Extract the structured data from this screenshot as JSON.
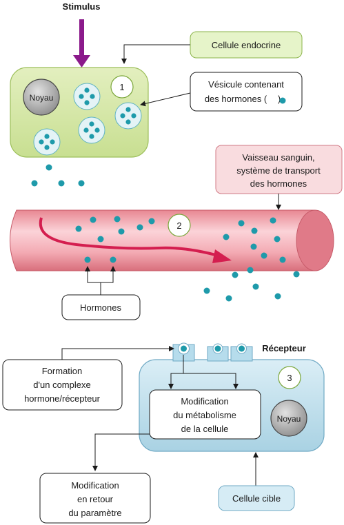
{
  "stimulus_label": "Stimulus",
  "endocrine_cell_label": "Cellule endocrine",
  "vesicle_label_line1": "Vésicule contenant",
  "vesicle_label_line2": "des hormones (",
  "vesicle_label_line2_end": ")",
  "nucleus_label_top": "Noyau",
  "step1": "1",
  "vessel_label_line1": "Vaisseau sanguin,",
  "vessel_label_line2": "système de transport",
  "vessel_label_line3": "des hormones",
  "step2": "2",
  "hormones_label": "Hormones",
  "receptor_label": "Récepteur",
  "complex_label_line1": "Formation",
  "complex_label_line2": "d'un complexe",
  "complex_label_line3": "hormone/récepteur",
  "step3": "3",
  "metabolism_label_line1": "Modification",
  "metabolism_label_line2": "du métabolisme",
  "metabolism_label_line3": "de la cellule",
  "nucleus_label_bottom": "Noyau",
  "feedback_label_line1": "Modification",
  "feedback_label_line2": "en retour",
  "feedback_label_line3": "du paramètre",
  "target_cell_label": "Cellule cible",
  "colors": {
    "hormone": "#1e9aaa",
    "endocrine_cell": "#d6e8a8",
    "vessel": "#f1a4ae",
    "target_cell": "#c7e3ef",
    "arrow_flow": "#d41e4f",
    "stimulus_arrow": "#8b1a8b",
    "green_box": "#e6f4c9",
    "pink_box": "#f9dcdf",
    "blue_box": "#d6ecf5"
  }
}
